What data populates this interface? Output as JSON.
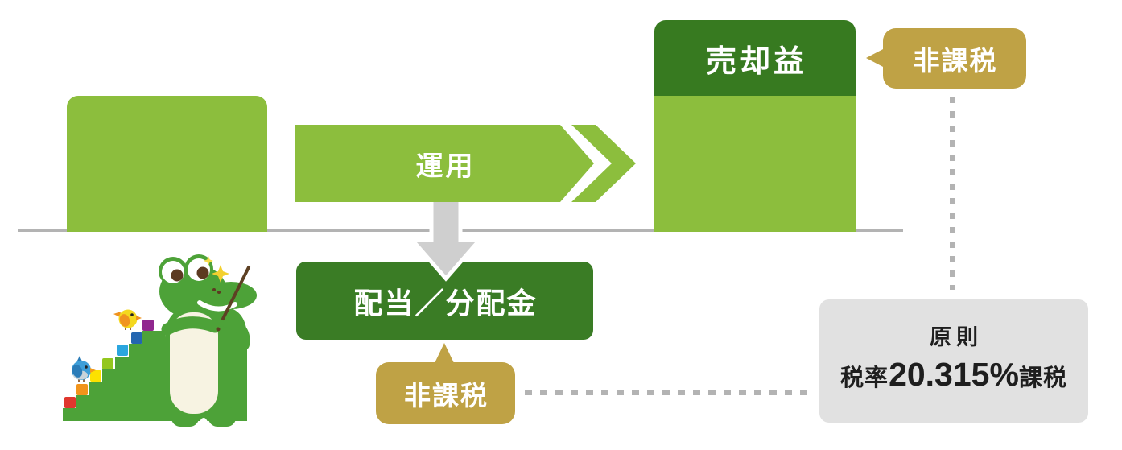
{
  "diagram_title": "NISA tax exemption flow",
  "labels": {
    "operation": "運用",
    "capital_gain": "売却益",
    "dividend": "配当／分配金",
    "tax_free_top": "非課税",
    "tax_free_bottom": "非課税"
  },
  "tax_box": {
    "line1": "原則",
    "prefix": "税率",
    "rate": "20.315",
    "percent": "%",
    "suffix": "課税"
  },
  "colors": {
    "light_green": "#8CBE3D",
    "dark_green": "#377A20",
    "box_green": "#3A7C25",
    "gold": "#BFA245",
    "gray_box": "#E1E1E1",
    "arrow_gray": "#CFCFCF",
    "line_gray": "#B3B3B3",
    "text_dark": "#1E1E1E",
    "mascot_green": "#4DA238"
  },
  "icons": {
    "flow_arrow": "right-chevron-arrow",
    "down_arrow": "down-arrow",
    "mascot": "crocodile-mascot-with-stair-tail-and-birds"
  }
}
